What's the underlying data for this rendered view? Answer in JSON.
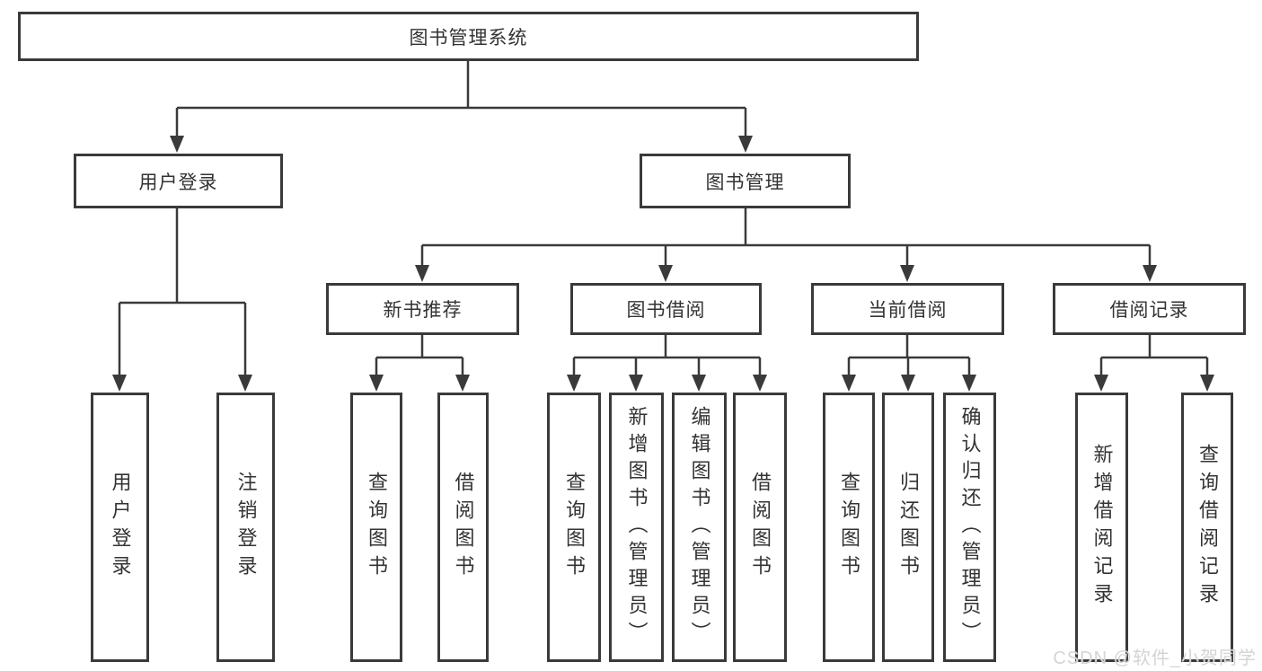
{
  "tree": {
    "root": {
      "label": "图书管理系统"
    },
    "user_login": {
      "label": "用户登录",
      "children": [
        {
          "label": "用户登录"
        },
        {
          "label": "注销登录"
        }
      ]
    },
    "book_mgmt": {
      "label": "图书管理",
      "sections": [
        {
          "label": "新书推荐",
          "children": [
            {
              "label": "查询图书"
            },
            {
              "label": "借阅图书"
            }
          ]
        },
        {
          "label": "图书借阅",
          "children": [
            {
              "label": "查询图书"
            },
            {
              "label": "新增图书（管理员）"
            },
            {
              "label": "编辑图书（管理员）"
            },
            {
              "label": "借阅图书"
            }
          ]
        },
        {
          "label": "当前借阅",
          "children": [
            {
              "label": "查询图书"
            },
            {
              "label": "归还图书"
            },
            {
              "label": "确认归还（管理员）"
            }
          ]
        },
        {
          "label": "借阅记录",
          "children": [
            {
              "label": "新增借阅记录"
            },
            {
              "label": "查询借阅记录"
            }
          ]
        }
      ]
    }
  },
  "watermark": {
    "text": "CSDN @软件_小贺同学"
  },
  "colors": {
    "line": "#3a3a3a",
    "border": "#3a3a3a",
    "text": "#333333",
    "background": "#ffffff",
    "watermark": "#d4d4d4"
  }
}
